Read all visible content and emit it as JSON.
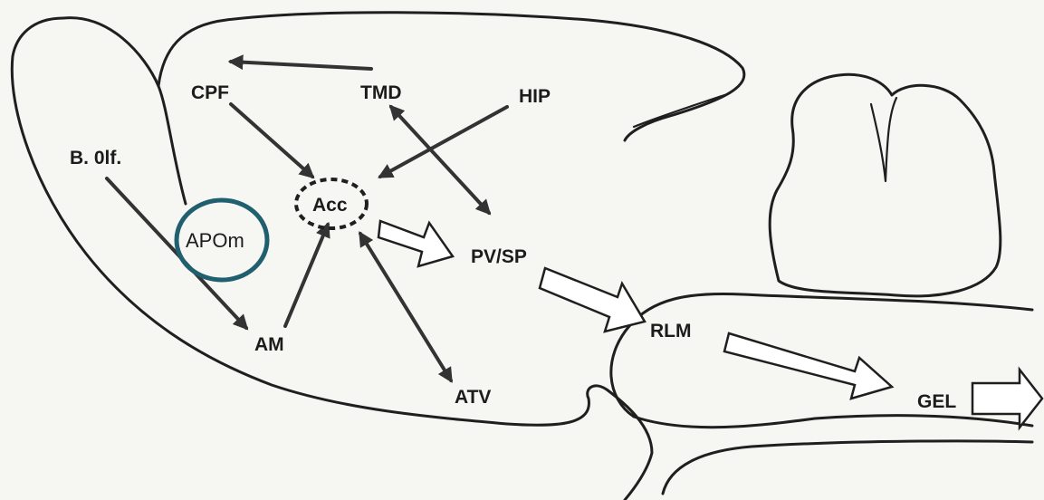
{
  "labels": {
    "cpf": "CPF",
    "tmd": "TMD",
    "hip": "HIP",
    "bolf": "B. 0lf.",
    "acc": "Acc",
    "apom": "APOm",
    "pvsp": "PV/SP",
    "am": "AM",
    "atv": "ATV",
    "rlm": "RLM",
    "gel": "GEL"
  },
  "colors": {
    "apom_ring": "#1f5f6e",
    "line": "#1f1f1f"
  }
}
